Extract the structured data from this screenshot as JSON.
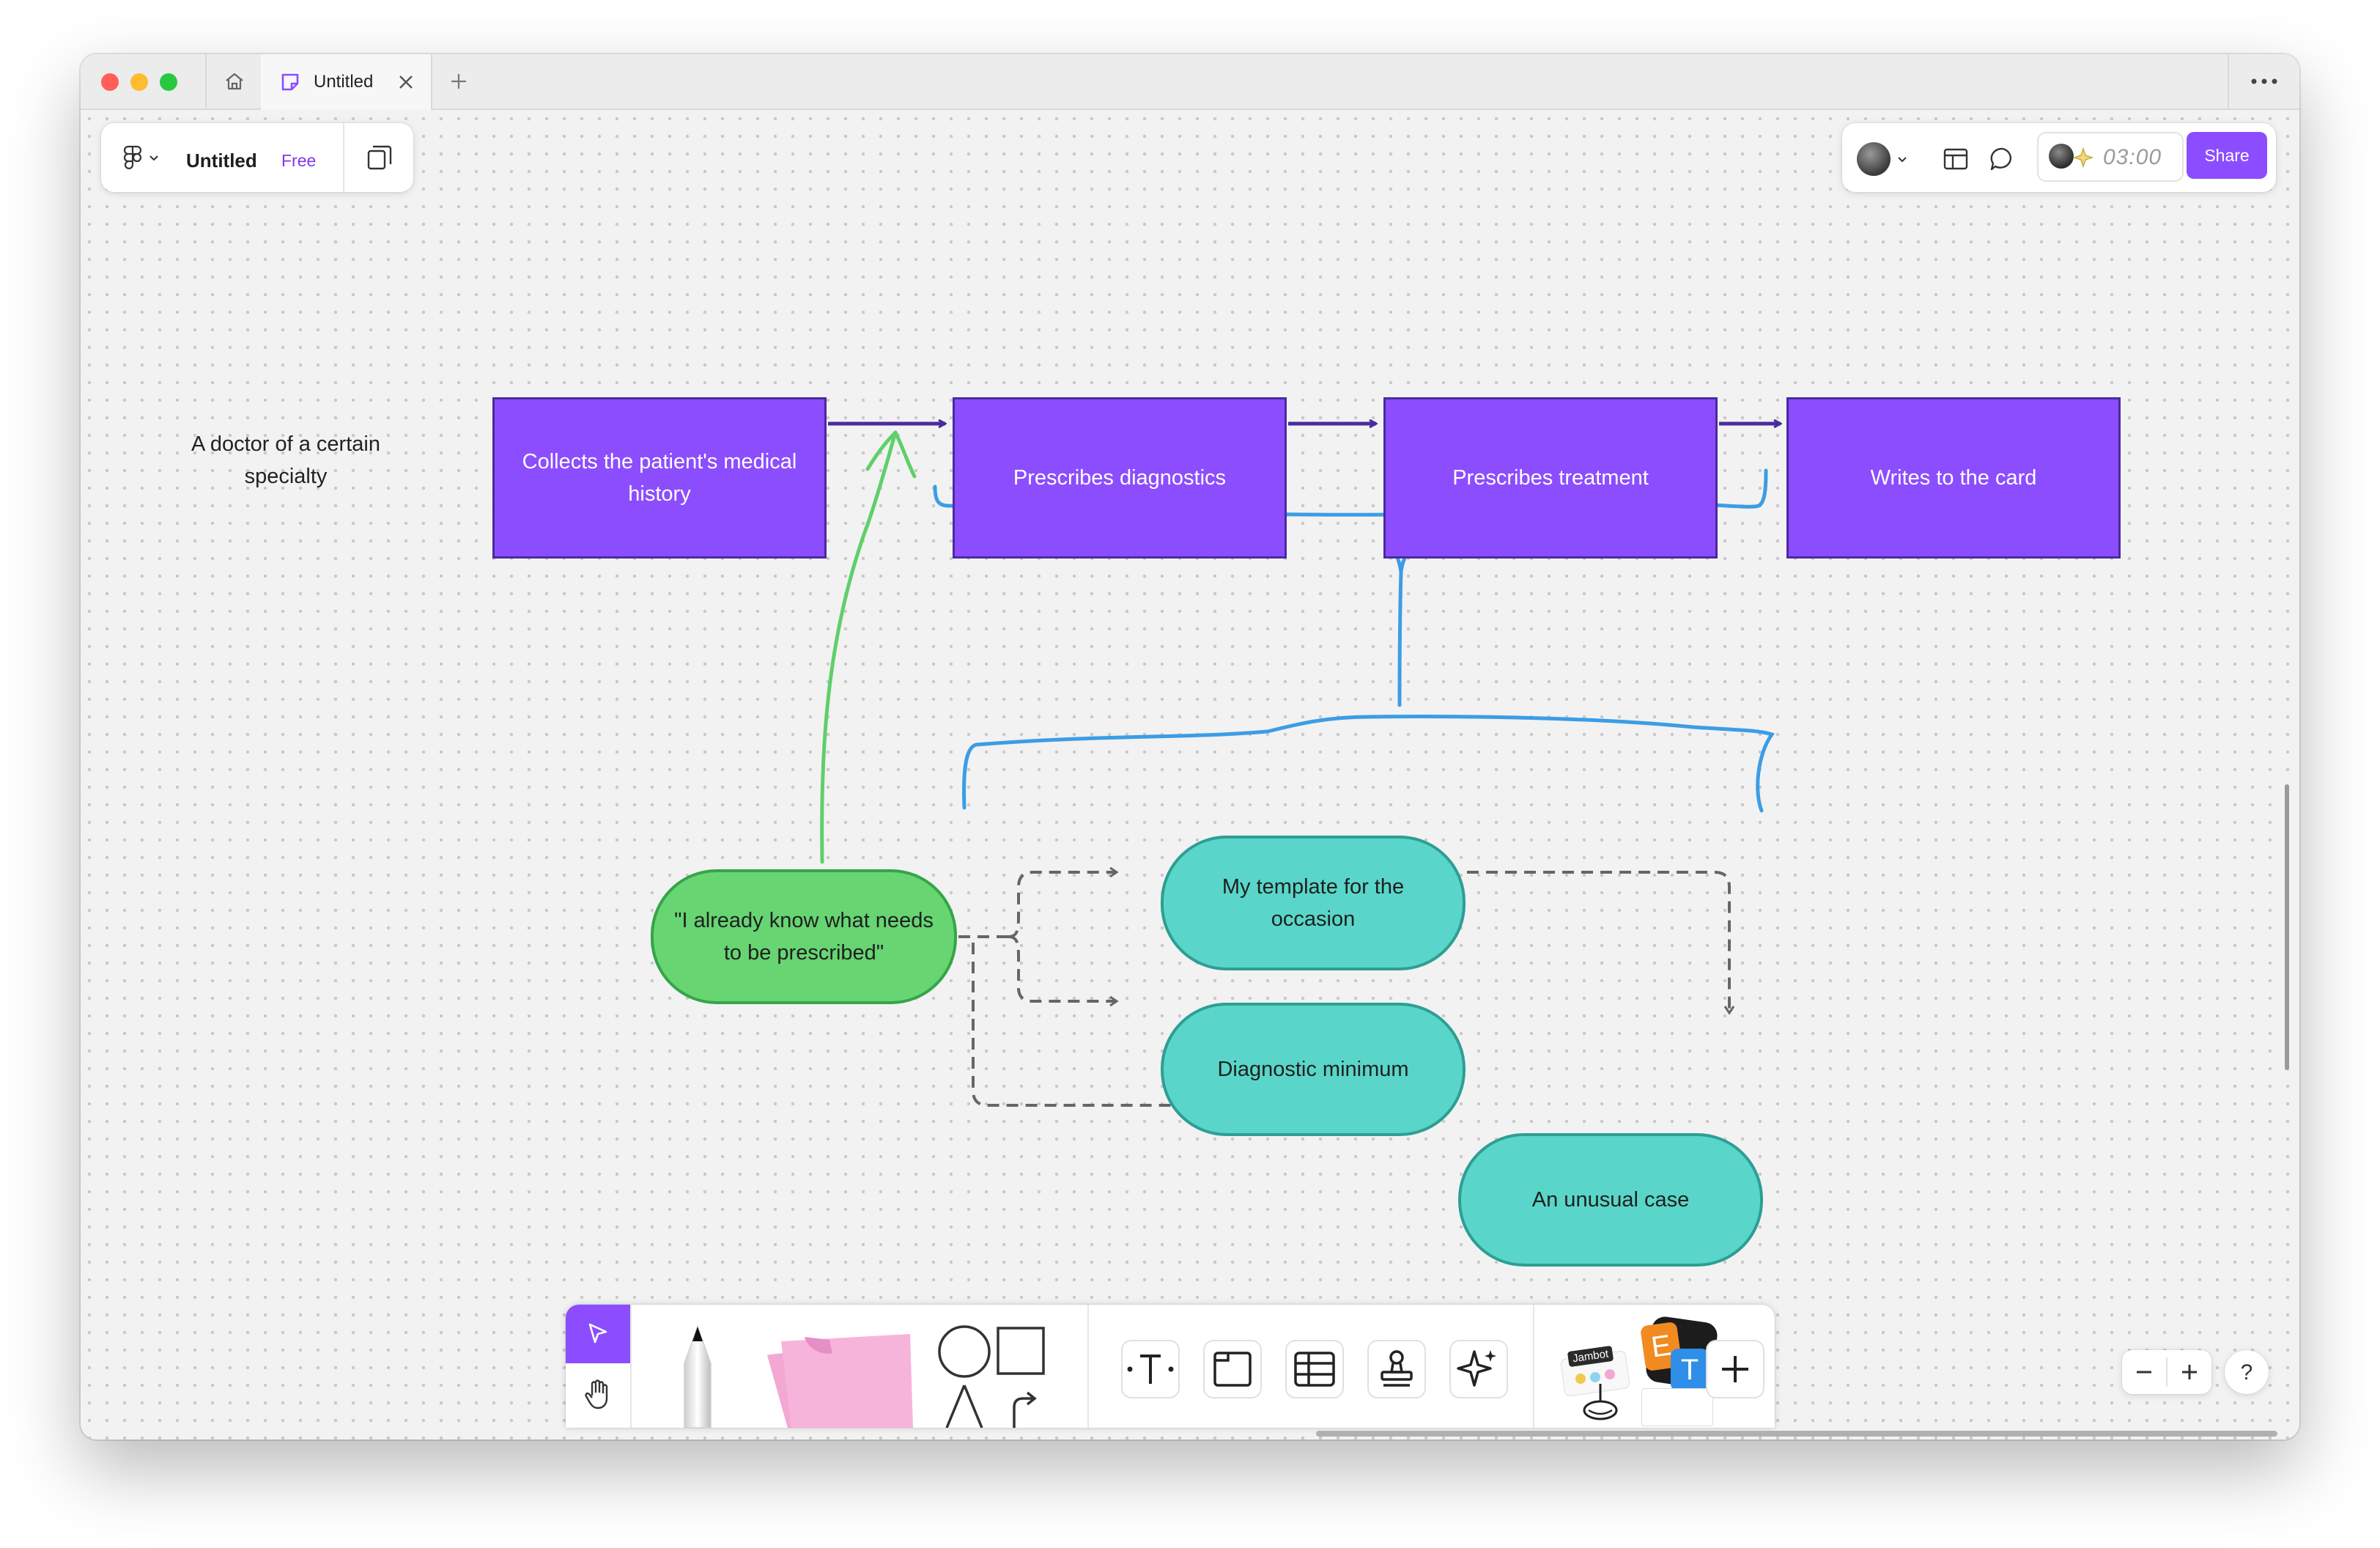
{
  "tab": {
    "title": "Untitled"
  },
  "file": {
    "title": "Untitled",
    "plan": "Free"
  },
  "header": {
    "timer": "03:00",
    "share_label": "Share"
  },
  "canvas": {
    "role_label": "A doctor of a certain specialty",
    "flow": [
      "Collects the patient's medical history",
      "Prescribes diagnostics",
      "Prescribes treatment",
      "Writes to the card"
    ],
    "quote": "\"I already know what needs to be prescribed\"",
    "options": [
      "My template for the occasion",
      "Diagnostic minimum",
      "An unusual case"
    ]
  },
  "toolbar": {
    "widget_label": "Jambot",
    "tools": [
      "select-tool",
      "hand-tool",
      "pencil-tool",
      "sticky-note-tool",
      "shapes-tool",
      "text-tool",
      "section-tool",
      "table-tool",
      "stamp-tool",
      "ai-tool",
      "plugins",
      "more-tools"
    ]
  },
  "colors": {
    "flow_box": "#8c4dff",
    "quote_bubble": "#66d572",
    "option_bubble": "#59d6c9",
    "sketch_blue": "#3b9de6",
    "sketch_green": "#5fcf6b",
    "arrow": "#4a2aa0",
    "accent": "#8b4dff"
  },
  "zoom": {
    "help_label": "?"
  }
}
